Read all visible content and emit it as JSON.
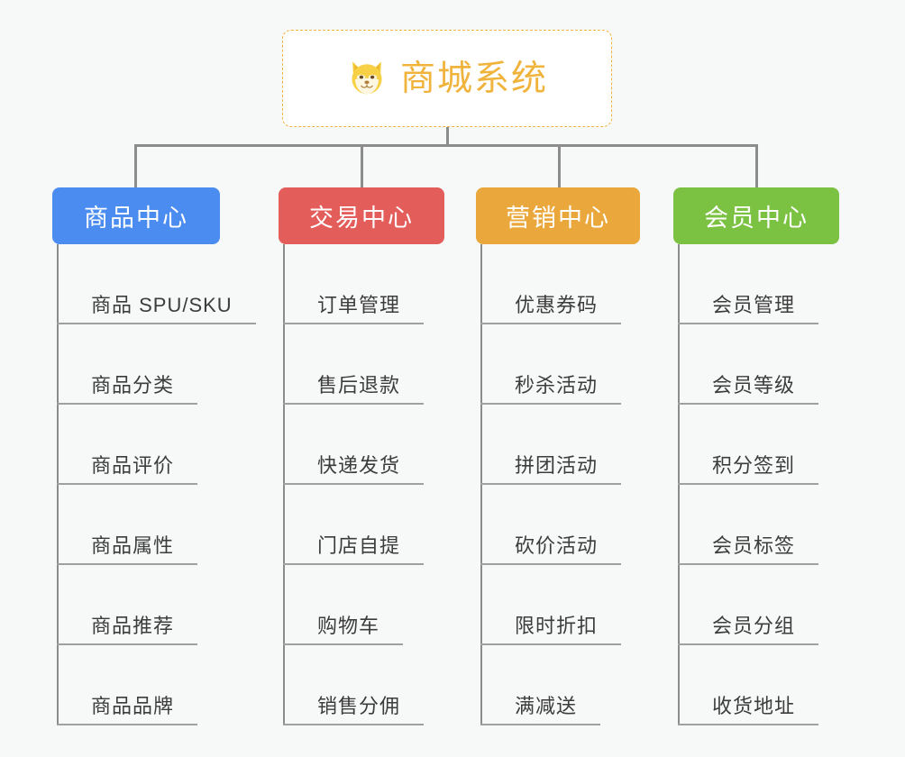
{
  "diagram": {
    "type": "org-tree",
    "background_color": "#f7f8f8",
    "root": {
      "title": "商城系统",
      "icon": "shiba-dog-face-icon",
      "text_color": "#f0b33c",
      "border_color": "#f0b33c",
      "background_color": "#ffffff"
    },
    "branches": [
      {
        "label": "商品中心",
        "color": "#4a8cf0",
        "items": [
          "商品 SPU/SKU",
          "商品分类",
          "商品评价",
          "商品属性",
          "商品推荐",
          "商品品牌"
        ]
      },
      {
        "label": "交易中心",
        "color": "#e35d5b",
        "items": [
          "订单管理",
          "售后退款",
          "快递发货",
          "门店自提",
          "购物车",
          "销售分佣"
        ]
      },
      {
        "label": "营销中心",
        "color": "#eaa83c",
        "items": [
          "优惠券码",
          "秒杀活动",
          "拼团活动",
          "砍价活动",
          "限时折扣",
          "满减送"
        ]
      },
      {
        "label": "会员中心",
        "color": "#7cc242",
        "items": [
          "会员管理",
          "会员等级",
          "积分签到",
          "会员标签",
          "会员分组",
          "收货地址"
        ]
      }
    ]
  }
}
